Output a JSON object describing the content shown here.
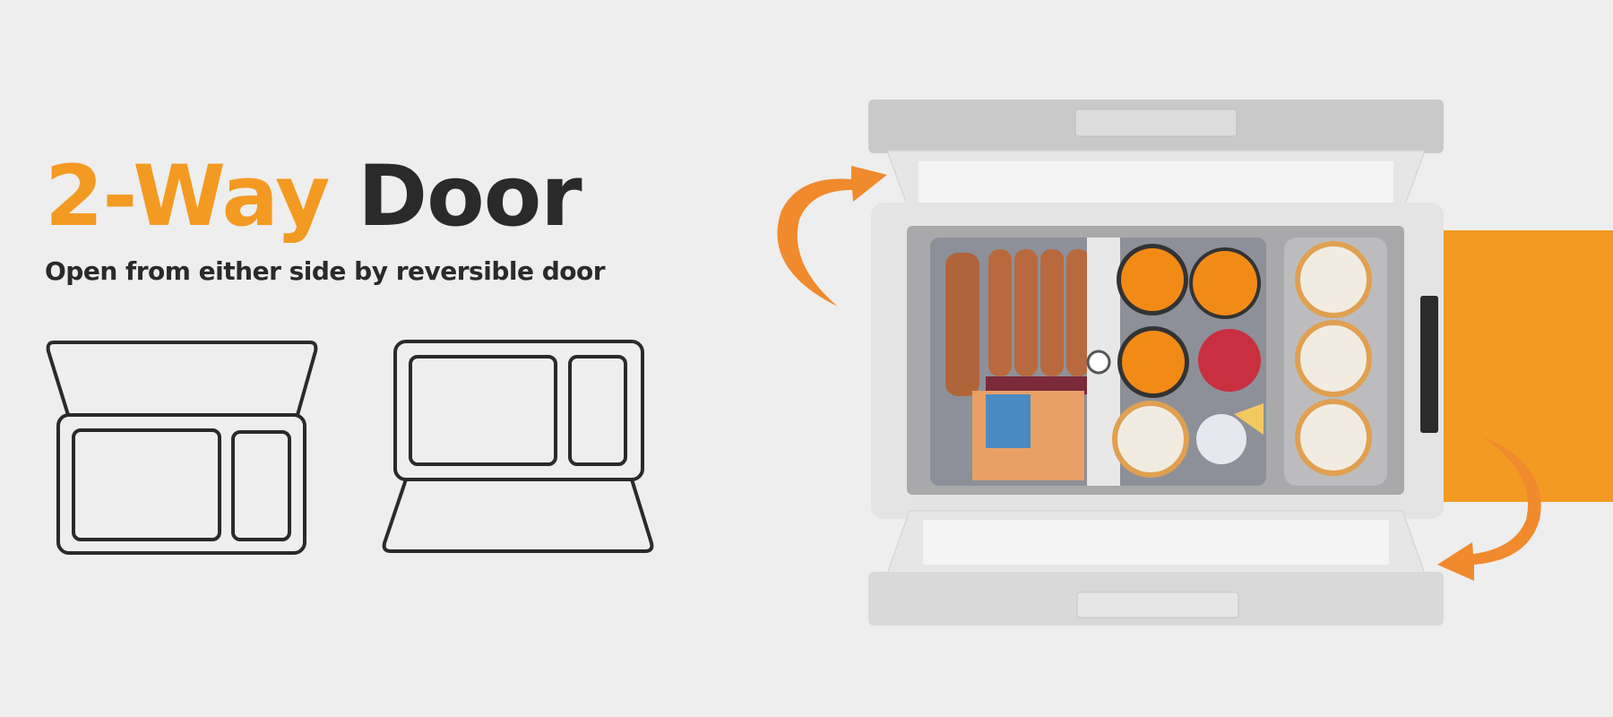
{
  "headline": {
    "accent_text": "2-Way",
    "main_text": "Door"
  },
  "subtitle": "Open from either side by reversible door",
  "icons": [
    "door-open-top-icon",
    "door-open-bottom-icon",
    "rotate-arrow-icon"
  ],
  "colors": {
    "accent": "#f39a22",
    "text_dark": "#2a2a2a",
    "background": "#eeeeee",
    "arrow": "#f08a2c"
  }
}
